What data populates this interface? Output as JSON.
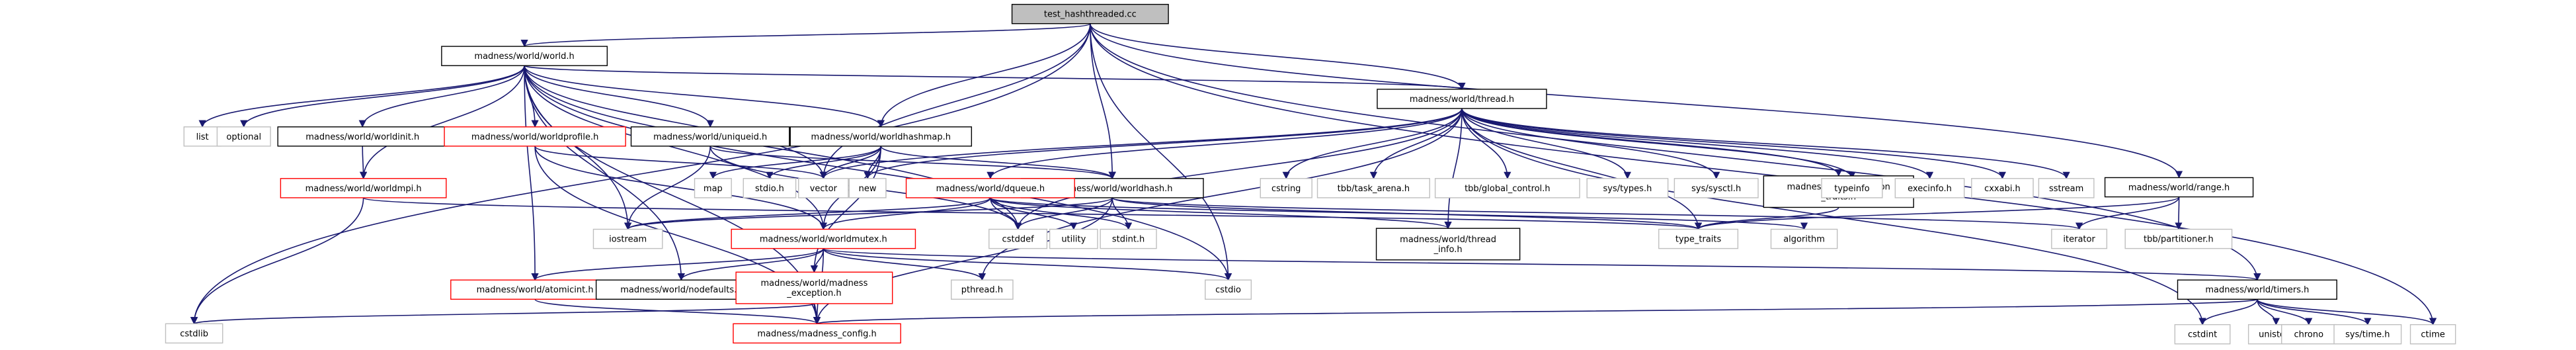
{
  "diagram": {
    "type": "include-dependency-graph",
    "colors": {
      "edge": "#191970",
      "root_fill": "#bfbfbf",
      "root_border": "#000000",
      "documented_border": "#000000",
      "undocumented_border": "#ff0000",
      "system_border": "#bfbfbf",
      "node_fill": "#ffffff"
    },
    "nodes": [
      {
        "id": "root",
        "label": "test_hashthreaded.cc",
        "kind": "root"
      },
      {
        "id": "world",
        "label": "madness/world/world.h",
        "kind": "documented"
      },
      {
        "id": "thread",
        "label": "madness/world/thread.h",
        "kind": "documented"
      },
      {
        "id": "list",
        "label": "list",
        "kind": "system"
      },
      {
        "id": "optional",
        "label": "optional",
        "kind": "system"
      },
      {
        "id": "worldinit",
        "label": "madness/world/worldinit.h",
        "kind": "documented"
      },
      {
        "id": "worldprofile",
        "label": "madness/world/worldprofile.h",
        "kind": "undocumented"
      },
      {
        "id": "uniqueid",
        "label": "madness/world/uniqueid.h",
        "kind": "documented"
      },
      {
        "id": "worldhashmap",
        "label": "madness/world/worldhashmap.h",
        "kind": "documented"
      },
      {
        "id": "worldmpi",
        "label": "madness/world/worldmpi.h",
        "kind": "undocumented"
      },
      {
        "id": "map",
        "label": "map",
        "kind": "system"
      },
      {
        "id": "stdio",
        "label": "stdio.h",
        "kind": "system"
      },
      {
        "id": "vector",
        "label": "vector",
        "kind": "system"
      },
      {
        "id": "new",
        "label": "new",
        "kind": "system"
      },
      {
        "id": "worldhash",
        "label": "madness/world/worldhash.h",
        "kind": "documented"
      },
      {
        "id": "dqueue",
        "label": "madness/world/dqueue.h",
        "kind": "undocumented"
      },
      {
        "id": "cstring",
        "label": "cstring",
        "kind": "system"
      },
      {
        "id": "taskarena",
        "label": "tbb/task_arena.h",
        "kind": "system"
      },
      {
        "id": "globalcontrol",
        "label": "tbb/global_control.h",
        "kind": "system"
      },
      {
        "id": "systypes",
        "label": "sys/types.h",
        "kind": "system"
      },
      {
        "id": "syssysctl",
        "label": "sys/sysctl.h",
        "kind": "system"
      },
      {
        "id": "functiontraits",
        "label": "madness/world/function\n_traits.h",
        "kind": "documented"
      },
      {
        "id": "typeinfo",
        "label": "typeinfo",
        "kind": "system"
      },
      {
        "id": "execinfo",
        "label": "execinfo.h",
        "kind": "system"
      },
      {
        "id": "cxxabi",
        "label": "cxxabi.h",
        "kind": "system"
      },
      {
        "id": "sstream",
        "label": "sstream",
        "kind": "system"
      },
      {
        "id": "range",
        "label": "madness/world/range.h",
        "kind": "documented"
      },
      {
        "id": "iostream",
        "label": "iostream",
        "kind": "system"
      },
      {
        "id": "cstddef",
        "label": "cstddef",
        "kind": "system"
      },
      {
        "id": "utility",
        "label": "utility",
        "kind": "system"
      },
      {
        "id": "stdint",
        "label": "stdint.h",
        "kind": "system"
      },
      {
        "id": "threadinfo",
        "label": "madness/world/thread\n_info.h",
        "kind": "documented"
      },
      {
        "id": "typetraits",
        "label": "type_traits",
        "kind": "system"
      },
      {
        "id": "algorithm",
        "label": "algorithm",
        "kind": "system"
      },
      {
        "id": "iterator",
        "label": "iterator",
        "kind": "system"
      },
      {
        "id": "partitioner",
        "label": "tbb/partitioner.h",
        "kind": "system"
      },
      {
        "id": "worldmutex",
        "label": "madness/world/worldmutex.h",
        "kind": "undocumented"
      },
      {
        "id": "atomicint",
        "label": "madness/world/atomicint.h",
        "kind": "undocumented"
      },
      {
        "id": "nodefaults",
        "label": "madness/world/nodefaults.h",
        "kind": "documented"
      },
      {
        "id": "madexc",
        "label": "madness/world/madness\n_exception.h",
        "kind": "undocumented"
      },
      {
        "id": "pthread",
        "label": "pthread.h",
        "kind": "system"
      },
      {
        "id": "cstdio",
        "label": "cstdio",
        "kind": "system"
      },
      {
        "id": "timers",
        "label": "madness/world/timers.h",
        "kind": "documented"
      },
      {
        "id": "cstdlib",
        "label": "cstdlib",
        "kind": "system"
      },
      {
        "id": "config",
        "label": "madness/madness_config.h",
        "kind": "undocumented"
      },
      {
        "id": "cstdint",
        "label": "cstdint",
        "kind": "system"
      },
      {
        "id": "unistd",
        "label": "unistd.h",
        "kind": "system"
      },
      {
        "id": "chrono",
        "label": "chrono",
        "kind": "system"
      },
      {
        "id": "systime",
        "label": "sys/time.h",
        "kind": "system"
      },
      {
        "id": "ctime",
        "label": "ctime",
        "kind": "system"
      }
    ],
    "edges": [
      [
        "root",
        "world"
      ],
      [
        "root",
        "thread"
      ],
      [
        "root",
        "worldhashmap"
      ],
      [
        "root",
        "worldhash"
      ],
      [
        "root",
        "range"
      ],
      [
        "root",
        "timers"
      ],
      [
        "root",
        "cstdio"
      ],
      [
        "root",
        "ctime"
      ],
      [
        "root",
        "vector"
      ],
      [
        "root",
        "cstdlib"
      ],
      [
        "world",
        "list"
      ],
      [
        "world",
        "optional"
      ],
      [
        "world",
        "worldinit"
      ],
      [
        "world",
        "worldprofile"
      ],
      [
        "world",
        "uniqueid"
      ],
      [
        "world",
        "worldhashmap"
      ],
      [
        "world",
        "thread"
      ],
      [
        "world",
        "worldmpi"
      ],
      [
        "world",
        "iostream"
      ],
      [
        "world",
        "cstddef"
      ],
      [
        "world",
        "vector"
      ],
      [
        "world",
        "worldmutex"
      ],
      [
        "world",
        "atomicint"
      ],
      [
        "world",
        "nodefaults"
      ],
      [
        "world",
        "config"
      ],
      [
        "world",
        "cstdio"
      ],
      [
        "worldinit",
        "worldmpi"
      ],
      [
        "worldprofile",
        "worldmutex"
      ],
      [
        "worldprofile",
        "vector"
      ],
      [
        "worldprofile",
        "config"
      ],
      [
        "uniqueid",
        "iostream"
      ],
      [
        "uniqueid",
        "worldhash"
      ],
      [
        "uniqueid",
        "cstddef"
      ],
      [
        "worldhashmap",
        "map"
      ],
      [
        "worldhashmap",
        "stdio"
      ],
      [
        "worldhashmap",
        "vector"
      ],
      [
        "worldhashmap",
        "new"
      ],
      [
        "worldhashmap",
        "worldhash"
      ],
      [
        "worldhashmap",
        "worldmutex"
      ],
      [
        "worldhashmap",
        "madexc"
      ],
      [
        "worldmpi",
        "typetraits"
      ],
      [
        "worldmpi",
        "cstdlib"
      ],
      [
        "thread",
        "vector"
      ],
      [
        "thread",
        "new"
      ],
      [
        "thread",
        "cstring"
      ],
      [
        "thread",
        "taskarena"
      ],
      [
        "thread",
        "globalcontrol"
      ],
      [
        "thread",
        "systypes"
      ],
      [
        "thread",
        "syssysctl"
      ],
      [
        "thread",
        "functiontraits"
      ],
      [
        "thread",
        "typeinfo"
      ],
      [
        "thread",
        "execinfo"
      ],
      [
        "thread",
        "cxxabi"
      ],
      [
        "thread",
        "sstream"
      ],
      [
        "thread",
        "dqueue"
      ],
      [
        "thread",
        "cstddef"
      ],
      [
        "thread",
        "threadinfo"
      ],
      [
        "thread",
        "typetraits"
      ],
      [
        "thread",
        "pthread"
      ],
      [
        "thread",
        "cstdint"
      ],
      [
        "functiontraits",
        "typetraits"
      ],
      [
        "dqueue",
        "iostream"
      ],
      [
        "dqueue",
        "cstddef"
      ],
      [
        "dqueue",
        "utility"
      ],
      [
        "dqueue",
        "stdint"
      ],
      [
        "dqueue",
        "worldmutex"
      ],
      [
        "dqueue",
        "threadinfo"
      ],
      [
        "dqueue",
        "algorithm"
      ],
      [
        "worldhash",
        "iostream"
      ],
      [
        "worldhash",
        "cstddef"
      ],
      [
        "worldhash",
        "stdint"
      ],
      [
        "worldhash",
        "iterator"
      ],
      [
        "worldhash",
        "typetraits"
      ],
      [
        "worldhash",
        "config"
      ],
      [
        "range",
        "typetraits"
      ],
      [
        "range",
        "iterator"
      ],
      [
        "range",
        "partitioner"
      ],
      [
        "worldmutex",
        "atomicint"
      ],
      [
        "worldmutex",
        "nodefaults"
      ],
      [
        "worldmutex",
        "madexc"
      ],
      [
        "worldmutex",
        "pthread"
      ],
      [
        "worldmutex",
        "cstdio"
      ],
      [
        "worldmutex",
        "timers"
      ],
      [
        "worldmutex",
        "config"
      ],
      [
        "atomicint",
        "config"
      ],
      [
        "madexc",
        "config"
      ],
      [
        "madexc",
        "cstdlib"
      ],
      [
        "timers",
        "cstdint"
      ],
      [
        "timers",
        "unistd"
      ],
      [
        "timers",
        "chrono"
      ],
      [
        "timers",
        "systime"
      ],
      [
        "timers",
        "ctime"
      ],
      [
        "timers",
        "config"
      ]
    ]
  }
}
